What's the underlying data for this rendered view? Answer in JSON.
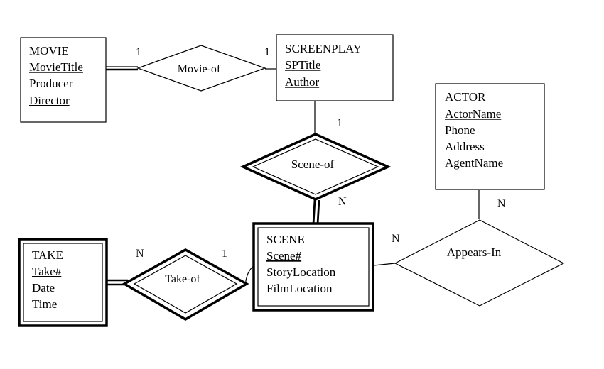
{
  "entities": {
    "movie": {
      "name": "MOVIE",
      "attributes": [
        {
          "text": "MovieTitle",
          "key": true
        },
        {
          "text": "Producer",
          "key": false
        },
        {
          "text": "Director",
          "key": true
        }
      ]
    },
    "screenplay": {
      "name": "SCREENPLAY",
      "attributes": [
        {
          "text": "SPTitle",
          "key": true
        },
        {
          "text": "Author",
          "key": true
        }
      ]
    },
    "actor": {
      "name": "ACTOR",
      "attributes": [
        {
          "text": "ActorName",
          "key": true
        },
        {
          "text": "Phone",
          "key": false
        },
        {
          "text": "Address",
          "key": false
        },
        {
          "text": "AgentName",
          "key": false
        }
      ]
    },
    "scene": {
      "name": "SCENE",
      "weak": true,
      "attributes": [
        {
          "text": "Scene#",
          "key": true
        },
        {
          "text": "StoryLocation",
          "key": false
        },
        {
          "text": "FilmLocation",
          "key": false
        }
      ]
    },
    "take": {
      "name": "TAKE",
      "weak": true,
      "attributes": [
        {
          "text": "Take#",
          "key": true
        },
        {
          "text": "Date",
          "key": false
        },
        {
          "text": "Time",
          "key": false
        }
      ]
    }
  },
  "relationships": {
    "movie_of": {
      "label": "Movie-of",
      "identifying": false
    },
    "scene_of": {
      "label": "Scene-of",
      "identifying": true
    },
    "take_of": {
      "label": "Take-of",
      "identifying": true
    },
    "appears_in": {
      "label": "Appears-In",
      "identifying": false
    }
  },
  "cardinalities": {
    "movie_of_movie": "1",
    "movie_of_screenplay": "1",
    "scene_of_screenplay": "1",
    "scene_of_scene": "N",
    "take_of_take": "N",
    "take_of_scene": "1",
    "appears_in_scene": "N",
    "appears_in_actor": "N"
  }
}
